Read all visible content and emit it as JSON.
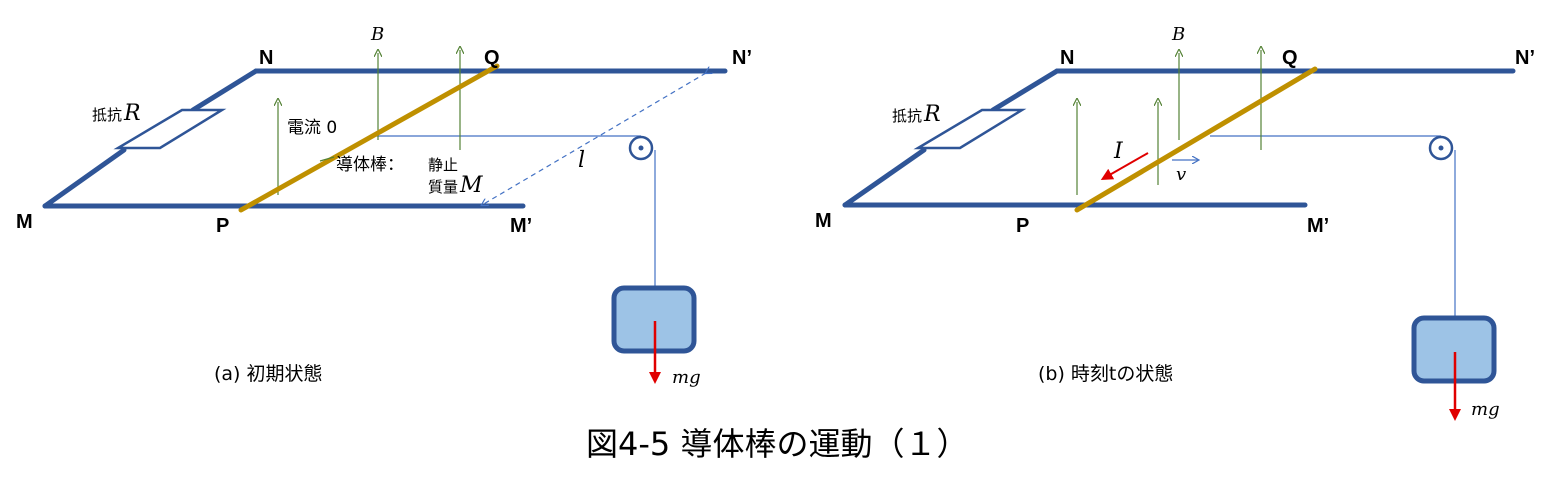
{
  "colors": {
    "rail": "#2f5597",
    "rod": "#bf9000",
    "field": "#548235",
    "string": "#4472c4",
    "block_fill": "#9dc3e6",
    "force": "#e00000"
  },
  "figure_title": "図4-5 導体棒の運動（１）",
  "panel_a": {
    "caption": "(a) 初期状態",
    "labels": {
      "N": "N",
      "Q": "Q",
      "N_prime": "N’",
      "M": "M",
      "P": "P",
      "M_prime": "M’",
      "field": "B",
      "resistor_prefix": "抵抗",
      "resistor_symbol": "R",
      "current": "電流 0",
      "rod_label": "導体棒：",
      "rod_state": "静止",
      "mass_prefix": "質量",
      "mass_symbol": "M",
      "length": "l",
      "weight": "mg"
    }
  },
  "panel_b": {
    "caption": "(b) 時刻tの状態",
    "labels": {
      "N": "N",
      "Q": "Q",
      "N_prime": "N’",
      "M": "M",
      "P": "P",
      "M_prime": "M’",
      "field": "B",
      "resistor_prefix": "抵抗",
      "resistor_symbol": "R",
      "current": "I",
      "velocity": "v",
      "weight": "mg"
    }
  }
}
